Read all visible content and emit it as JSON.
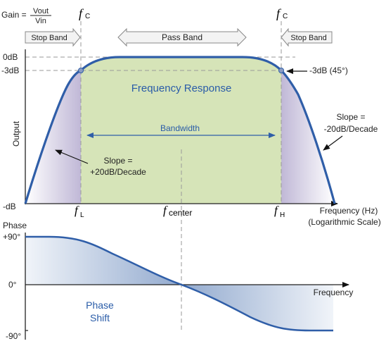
{
  "gain": {
    "prefix": "Gain =",
    "numerator": "Vout",
    "denominator": "Vin"
  },
  "cutoff": {
    "symbol": "f",
    "subscript": "C"
  },
  "bands": {
    "stop_left": "Stop Band",
    "pass": "Pass Band",
    "stop_right": "Stop Band"
  },
  "amplitude_axis": {
    "ylabel": "Output",
    "tick_0db": "0dB",
    "tick_3db": "-3dB",
    "tick_min": "-dB",
    "xlabel_line1": "Frequency (Hz)",
    "xlabel_line2": "(Logarithmic Scale)"
  },
  "x_ticks": {
    "low": {
      "symbol": "f",
      "subscript": "L"
    },
    "center": {
      "symbol": "f",
      "subscript": "center"
    },
    "high": {
      "symbol": "f",
      "subscript": "H"
    }
  },
  "titles": {
    "response": "Frequency Response",
    "bandwidth": "Bandwidth"
  },
  "annotations": {
    "slope_left_1": "Slope =",
    "slope_left_2": "+20dB/Decade",
    "slope_right_1": "Slope =",
    "slope_right_2": "-20dB/Decade",
    "point_3db": "-3dB (45°)"
  },
  "phase_axis": {
    "ylabel": "Phase",
    "tick_pos90": "+90°",
    "tick_0": "0°",
    "tick_neg90": "-90°",
    "xlabel": "Frequency",
    "label_line1": "Phase",
    "label_line2": "Shift"
  },
  "colors": {
    "curve": "#2f5ea8",
    "passband_fill": "#d6e4b8",
    "stopband_fill": "#b9b0d2",
    "phase_fill": "#8fa9cf",
    "arrow_box": "#f3f3f3",
    "guide": "#9a9a9a"
  }
}
